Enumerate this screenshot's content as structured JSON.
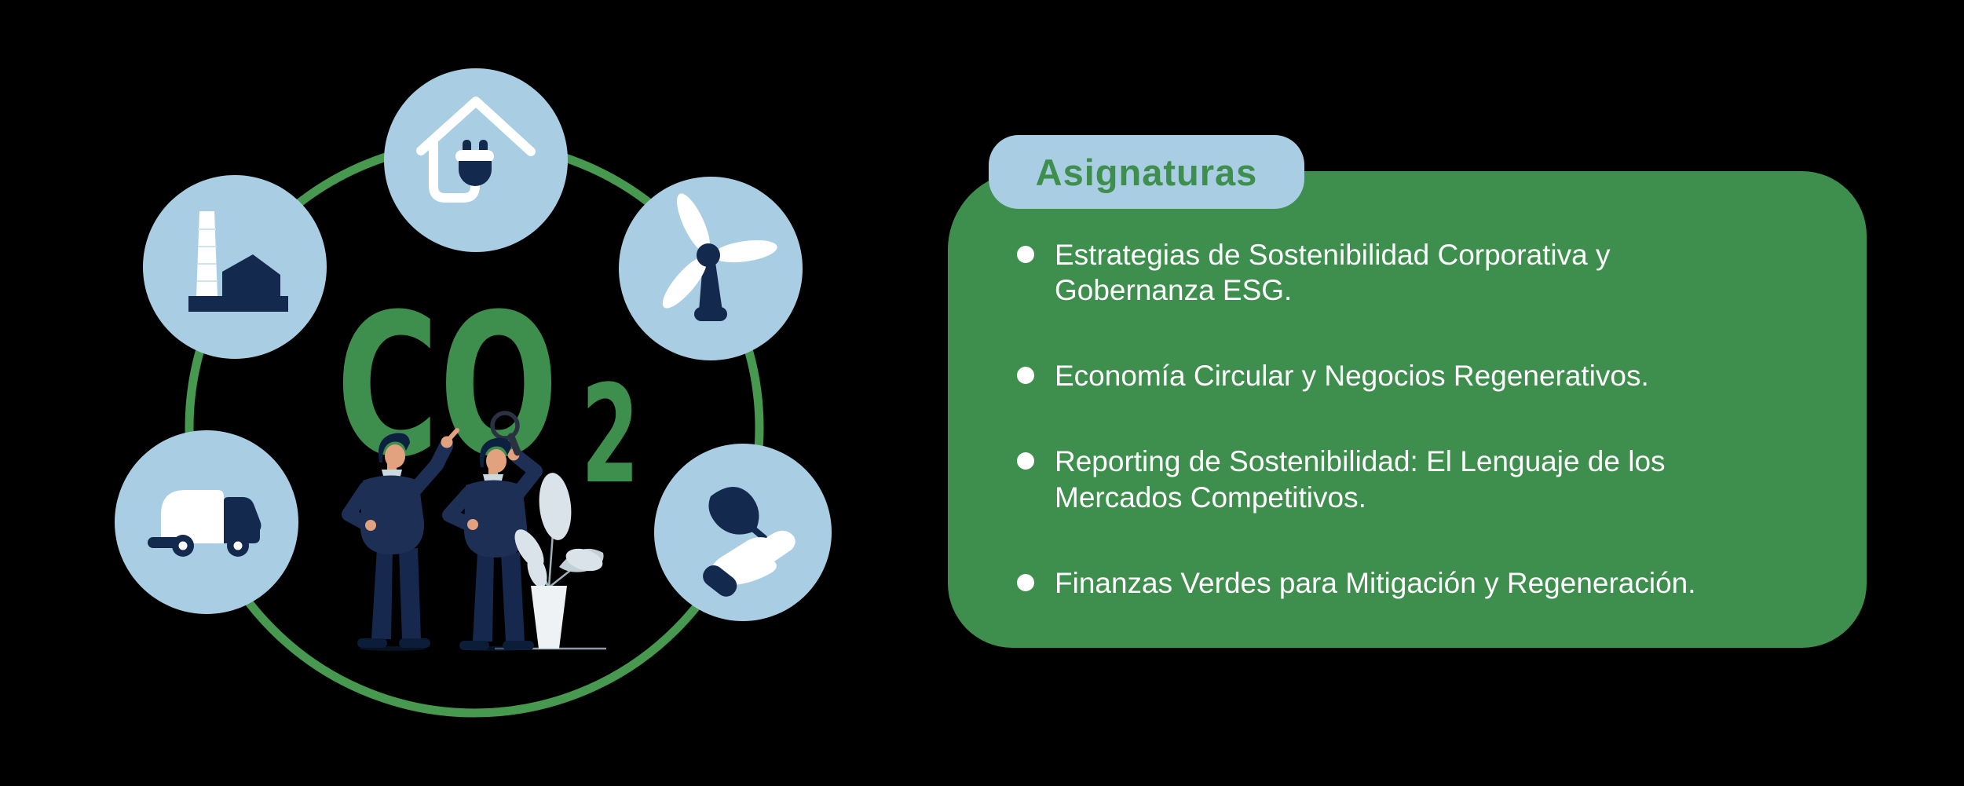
{
  "illustration": {
    "co2_label": "CO",
    "co2_subscript": "2",
    "icon_names": [
      "house-energy-plug",
      "factory",
      "wind-turbine",
      "delivery-truck",
      "hand-holding-leaf"
    ],
    "description": "two-businessmen-inspecting-co2-with-magnifier-inside-green-eco-ring"
  },
  "panel": {
    "title": "Asignaturas",
    "items": [
      "Estrategias de Sostenibilidad Corporativa y Gobernanza ESG.",
      "Economía Circular y Negocios Regenerativos.",
      "Reporting de Sostenibilidad: El Lenguaje de los Mercados Competitivos.",
      "Finanzas Verdes para Mitigación y Regeneración."
    ]
  },
  "colors": {
    "background": "#000000",
    "card_green": "#3e8e4d",
    "ring_green": "#47994f",
    "light_blue": "#a9cee3",
    "icon_navy": "#13294e",
    "suit_navy": "#1e2f56",
    "skin": "#e2a17f",
    "bullet_text": "#ffffff"
  }
}
